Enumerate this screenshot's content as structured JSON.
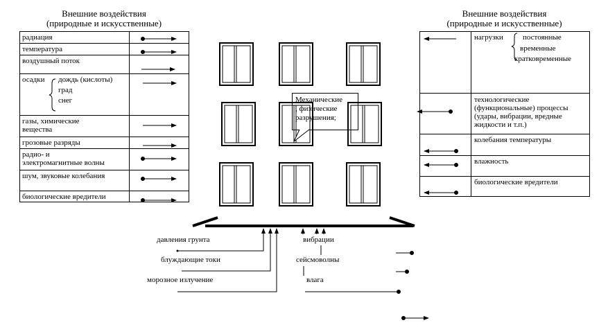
{
  "left_panel": {
    "title_line1": "Внешние воздействия",
    "title_line2": "(природные и искусственные)",
    "rows": [
      {
        "label": "радиация"
      },
      {
        "label": "температура"
      },
      {
        "label": "воздушный поток"
      },
      {
        "label": "осадки",
        "sub": [
          "дождь (кислоты)",
          "град",
          "снег"
        ]
      },
      {
        "label_line1": "газы, химические",
        "label_line2": "вещества"
      },
      {
        "label": "грозовые разряды"
      },
      {
        "label_line1": "радио- и",
        "label_line2": "электромагнитные волны"
      },
      {
        "label": "шум, звуковые колебания"
      },
      {
        "label": "биологические вредители"
      }
    ]
  },
  "right_panel": {
    "title_line1": "Внешние воздействия",
    "title_line2": "(природные и искусственные)",
    "loads": {
      "label": "нагрузки",
      "sub": [
        "постоянные",
        "временные",
        "кратковременные"
      ]
    },
    "rows": [
      {
        "line1": "технологические",
        "line2": "(функциональные) процессы",
        "line3": "(удары, вибрации, вредные",
        "line4": "жидкости и т.п.)"
      },
      {
        "label": "колебания температуры"
      },
      {
        "label": "влажность"
      },
      {
        "label": "биологические вредители"
      }
    ]
  },
  "callout": {
    "line1": "Механические",
    "line2": ", физические",
    "line3": "разрушения;"
  },
  "ground": {
    "left_labels": [
      "давления грунта",
      "блуждающие токи",
      "морозное излучение"
    ],
    "right_labels": [
      "вибрации",
      "сейсмоволны",
      "влага"
    ]
  }
}
